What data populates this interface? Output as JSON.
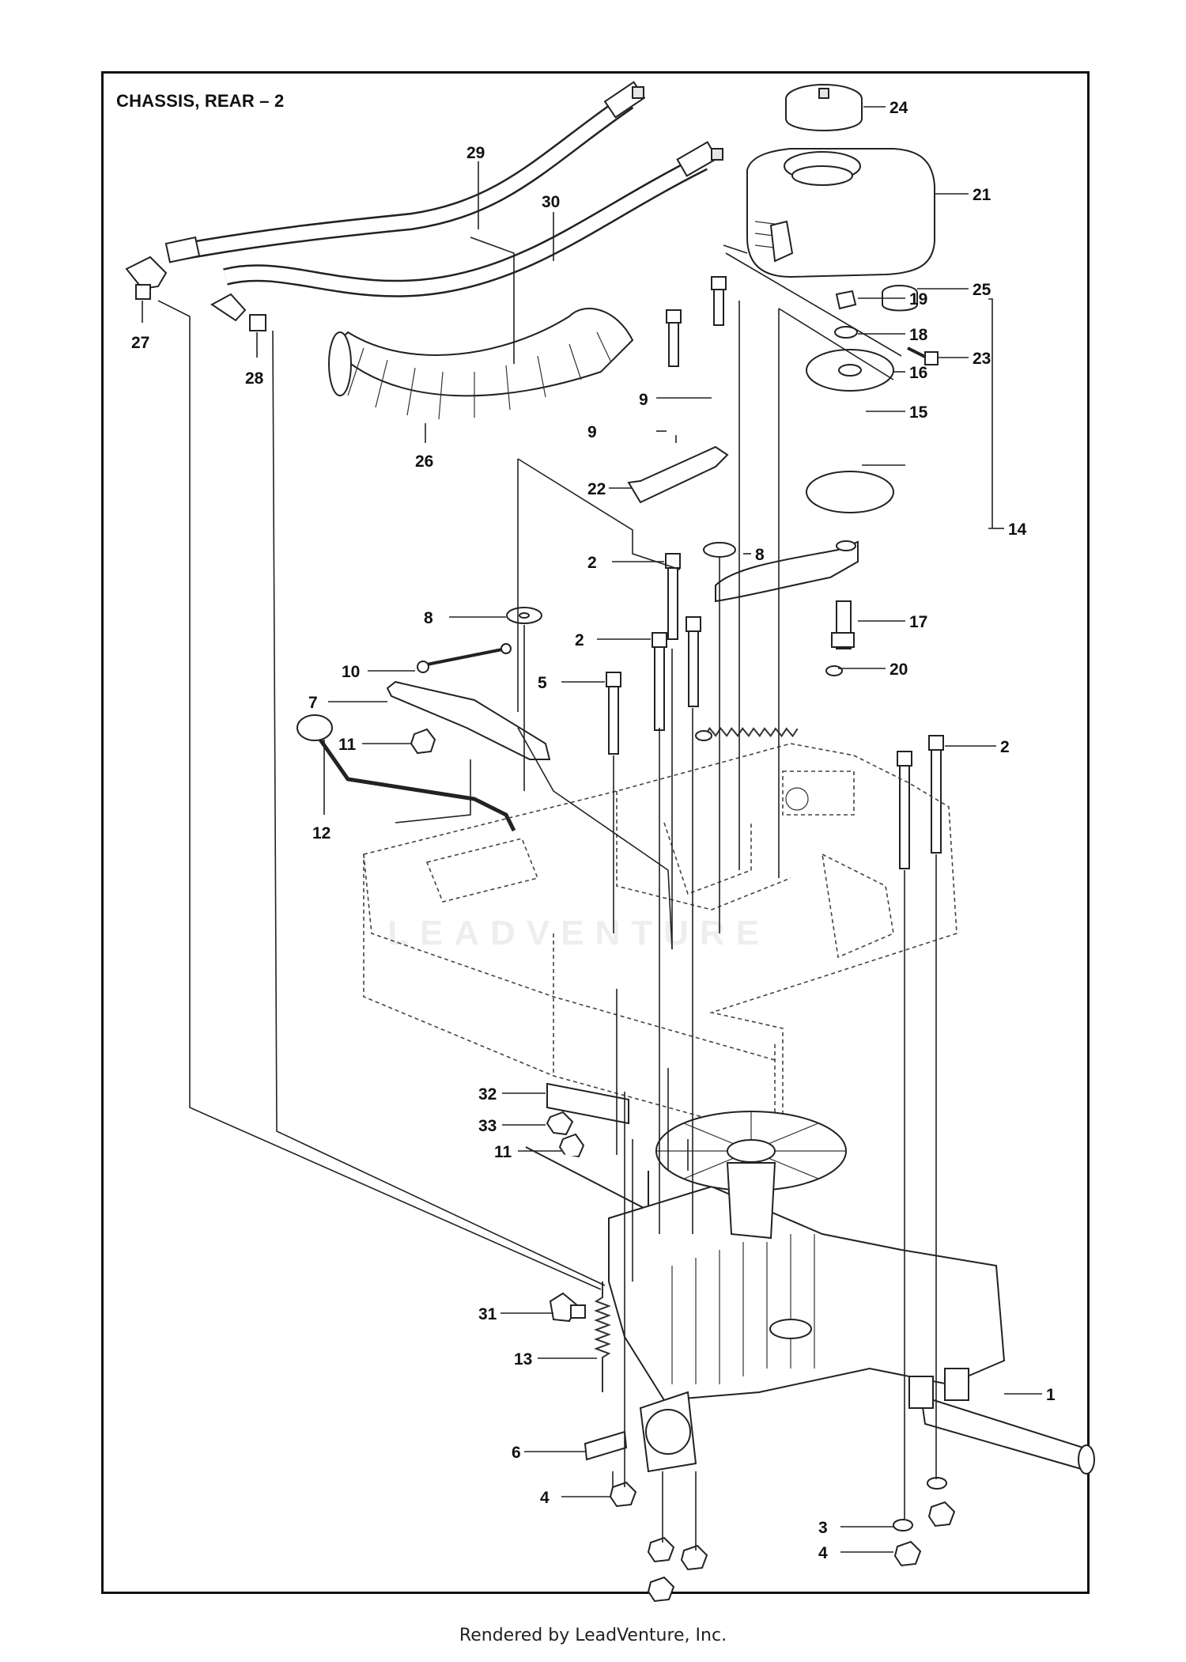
{
  "diagram": {
    "title": "CHASSIS, REAR – 2",
    "watermark": "LEADVENTURE"
  },
  "callouts": [
    {
      "id": "c24",
      "label": "24"
    },
    {
      "id": "c21",
      "label": "21"
    },
    {
      "id": "c25",
      "label": "25"
    },
    {
      "id": "c23",
      "label": "23"
    },
    {
      "id": "c29",
      "label": "29"
    },
    {
      "id": "c30",
      "label": "30"
    },
    {
      "id": "c27",
      "label": "27"
    },
    {
      "id": "c28",
      "label": "28"
    },
    {
      "id": "c26",
      "label": "26"
    },
    {
      "id": "c9a",
      "label": "9"
    },
    {
      "id": "c9b",
      "label": "9"
    },
    {
      "id": "c19",
      "label": "19"
    },
    {
      "id": "c18",
      "label": "18"
    },
    {
      "id": "c16",
      "label": "16"
    },
    {
      "id": "c14",
      "label": "14"
    },
    {
      "id": "c15",
      "label": "15"
    },
    {
      "id": "c22",
      "label": "22"
    },
    {
      "id": "c8a",
      "label": "8"
    },
    {
      "id": "c2a",
      "label": "2"
    },
    {
      "id": "c8b",
      "label": "8"
    },
    {
      "id": "c17",
      "label": "17"
    },
    {
      "id": "c2b",
      "label": "2"
    },
    {
      "id": "c20",
      "label": "20"
    },
    {
      "id": "c10",
      "label": "10"
    },
    {
      "id": "c7",
      "label": "7"
    },
    {
      "id": "c5",
      "label": "5"
    },
    {
      "id": "c11a",
      "label": "11"
    },
    {
      "id": "c2c",
      "label": "2"
    },
    {
      "id": "c12",
      "label": "12"
    },
    {
      "id": "c32",
      "label": "32"
    },
    {
      "id": "c33",
      "label": "33"
    },
    {
      "id": "c11b",
      "label": "11"
    },
    {
      "id": "c31",
      "label": "31"
    },
    {
      "id": "c13",
      "label": "13"
    },
    {
      "id": "c1",
      "label": "1"
    },
    {
      "id": "c6",
      "label": "6"
    },
    {
      "id": "c4a",
      "label": "4"
    },
    {
      "id": "c3",
      "label": "3"
    },
    {
      "id": "c4b",
      "label": "4"
    }
  ],
  "footer": "Rendered by LeadVenture, Inc."
}
